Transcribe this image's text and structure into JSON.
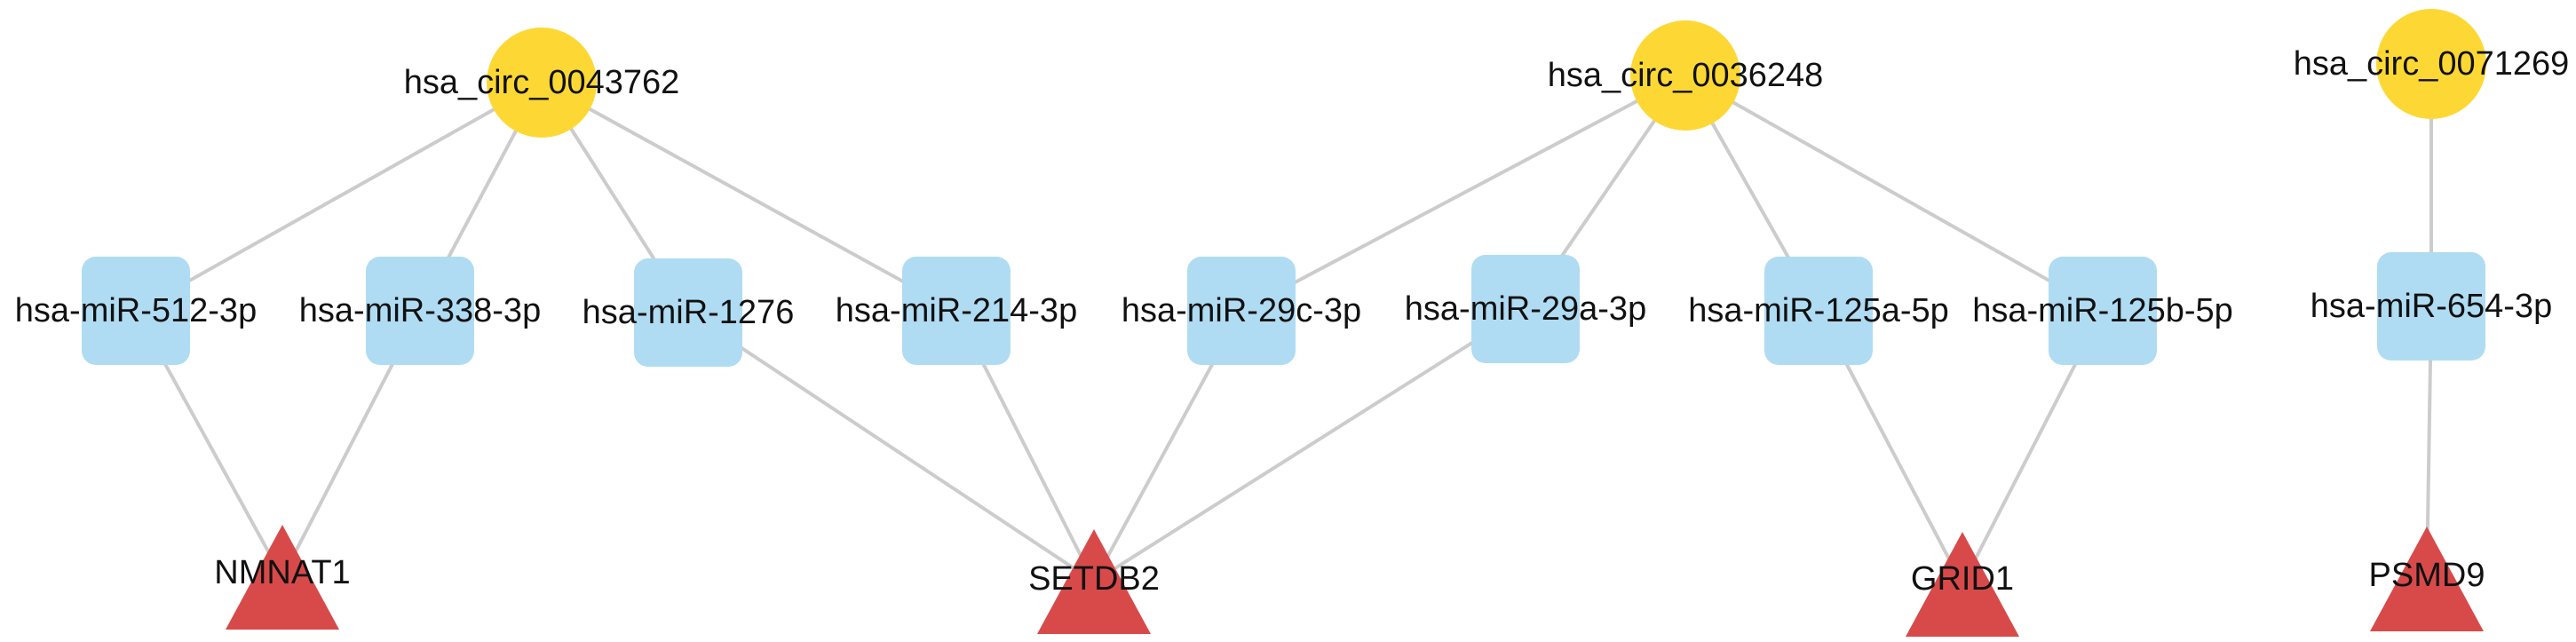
{
  "colors": {
    "circrna": "#fdd835",
    "mirna": "#afdcf3",
    "gene": "#d84a4a",
    "edge": "#cccccc",
    "label": "#111111"
  },
  "nodes": [
    {
      "id": "c1",
      "label": "hsa_circ_0043762",
      "kind": "circrna"
    },
    {
      "id": "c2",
      "label": "hsa_circ_0036248",
      "kind": "circrna"
    },
    {
      "id": "c3",
      "label": "hsa_circ_0071269",
      "kind": "circrna"
    },
    {
      "id": "m1",
      "label": "hsa-miR-512-3p",
      "kind": "mirna"
    },
    {
      "id": "m2",
      "label": "hsa-miR-338-3p",
      "kind": "mirna"
    },
    {
      "id": "m3",
      "label": "hsa-miR-1276",
      "kind": "mirna"
    },
    {
      "id": "m4",
      "label": "hsa-miR-214-3p",
      "kind": "mirna"
    },
    {
      "id": "m5",
      "label": "hsa-miR-29c-3p",
      "kind": "mirna"
    },
    {
      "id": "m6",
      "label": "hsa-miR-29a-3p",
      "kind": "mirna"
    },
    {
      "id": "m7",
      "label": "hsa-miR-125a-5p",
      "kind": "mirna"
    },
    {
      "id": "m8",
      "label": "hsa-miR-125b-5p",
      "kind": "mirna"
    },
    {
      "id": "m9",
      "label": "hsa-miR-654-3p",
      "kind": "mirna"
    },
    {
      "id": "g1",
      "label": "NMNAT1",
      "kind": "gene"
    },
    {
      "id": "g2",
      "label": "SETDB2",
      "kind": "gene"
    },
    {
      "id": "g3",
      "label": "GRID1",
      "kind": "gene"
    },
    {
      "id": "g4",
      "label": "PSMD9",
      "kind": "gene"
    }
  ],
  "edges": [
    [
      "c1",
      "m1"
    ],
    [
      "c1",
      "m2"
    ],
    [
      "c1",
      "m3"
    ],
    [
      "c1",
      "m4"
    ],
    [
      "c2",
      "m5"
    ],
    [
      "c2",
      "m6"
    ],
    [
      "c2",
      "m7"
    ],
    [
      "c2",
      "m8"
    ],
    [
      "c3",
      "m9"
    ],
    [
      "m1",
      "g1"
    ],
    [
      "m2",
      "g1"
    ],
    [
      "m3",
      "g2"
    ],
    [
      "m4",
      "g2"
    ],
    [
      "m5",
      "g2"
    ],
    [
      "m6",
      "g2"
    ],
    [
      "m7",
      "g3"
    ],
    [
      "m8",
      "g3"
    ],
    [
      "m9",
      "g4"
    ]
  ]
}
